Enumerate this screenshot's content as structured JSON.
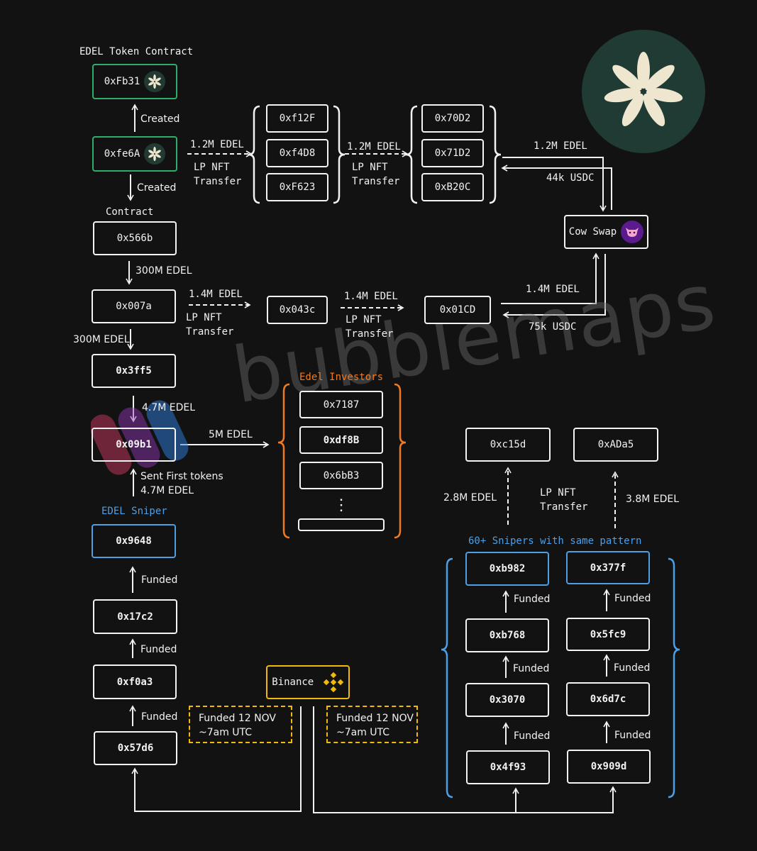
{
  "logo_icon": "flower-logo-icon",
  "watermark": "bubblemaps",
  "colors": {
    "green": "#2fae6a",
    "blue": "#4d9fe6",
    "orange": "#f07a1f",
    "binance": "#f0b90b",
    "cow": "#5b1a8e",
    "logo_bg": "#1f3b34",
    "petal": "#efe6cf"
  },
  "nodes": {
    "fb31": "0xFb31",
    "fe6a": "0xfe6A",
    "n566b": "0x566b",
    "n007a": "0x007a",
    "n3ff5": "0x3ff5",
    "n09b1": "0x09b1",
    "n9648": "0x9648",
    "n17c2": "0x17c2",
    "f0a3": "0xf0a3",
    "n57d6": "0x57d6",
    "f12f": "0xf12F",
    "f4d8": "0xf4D8",
    "f623": "0xF623",
    "n70d2": "0x70D2",
    "n71d2": "0x71D2",
    "b20c": "0xB20C",
    "cow": "Cow Swap",
    "n043c": "0x043c",
    "n01cd": "0x01CD",
    "n7187": "0x7187",
    "df8b": "0xdf8B",
    "n6bb3": "0x6bB3",
    "c15d": "0xc15d",
    "ada5": "0xADa5",
    "b982": "0xb982",
    "n377f": "0x377f",
    "b768": "0xb768",
    "n5fc9": "0x5fc9",
    "n3070": "0x3070",
    "n6d7c": "0x6d7c",
    "n4f93": "0x4f93",
    "n909d": "0x909d",
    "binance": "Binance"
  },
  "labels": {
    "token_contract": "EDEL Token Contract",
    "created1": "Created",
    "created2": "Created",
    "contract": "Contract",
    "e12m_a": "1.2M EDEL",
    "lp_a": "LP NFT\nTransfer",
    "e12m_b": "1.2M EDEL",
    "lp_b": "LP NFT\nTransfer",
    "e12m_c": "1.2M EDEL",
    "usdc44": "44k USDC",
    "e300m_a": "300M EDEL",
    "e300m_b": "300M EDEL",
    "e14m_a": "1.4M EDEL",
    "lp_c": "LP NFT\nTransfer",
    "e14m_b": "1.4M EDEL",
    "lp_d": "LP NFT\nTransfer",
    "e14m_c": "1.4M EDEL",
    "usdc75": "75k USDC",
    "e47m": "4.7M EDEL",
    "e5m": "5M EDEL",
    "sent_first": "Sent First tokens\n4.7M EDEL",
    "investors": "Edel Investors",
    "dots": "⋮",
    "sniper": "EDEL Sniper",
    "funded1": "Funded",
    "funded2": "Funded",
    "funded3": "Funded",
    "e28m": "2.8M EDEL",
    "lp_e": "LP NFT\nTransfer",
    "e38m": "3.8M EDEL",
    "snipers60": "60+ Snipers with same pattern",
    "funded4": "Funded",
    "funded5": "Funded",
    "funded6": "Funded",
    "funded7": "Funded",
    "funded8": "Funded",
    "funded9": "Funded",
    "funded_nov_a": "Funded 12 NOV\n~7am UTC",
    "funded_nov_b": "Funded 12 NOV\n~7am UTC"
  }
}
